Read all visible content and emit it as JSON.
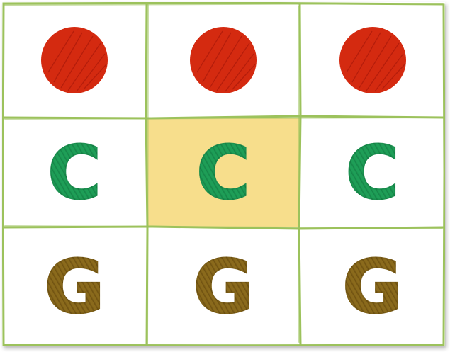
{
  "board": {
    "rows": [
      [
        {
          "piece": "dot",
          "color": "#d42a10",
          "highlight": false
        },
        {
          "piece": "dot",
          "color": "#d42a10",
          "highlight": false
        },
        {
          "piece": "dot",
          "color": "#d42a10",
          "highlight": false
        }
      ],
      [
        {
          "piece": "C",
          "color": "#1e9e57",
          "highlight": false
        },
        {
          "piece": "C",
          "color": "#1e9e57",
          "highlight": true
        },
        {
          "piece": "C",
          "color": "#1e9e57",
          "highlight": false
        }
      ],
      [
        {
          "piece": "G",
          "color": "#8a6a1c",
          "highlight": false
        },
        {
          "piece": "G",
          "color": "#8a6a1c",
          "highlight": false
        },
        {
          "piece": "G",
          "color": "#8a6a1c",
          "highlight": false
        }
      ]
    ],
    "grid_color": "#9cc25c",
    "highlight_color": "#f7de8c"
  }
}
